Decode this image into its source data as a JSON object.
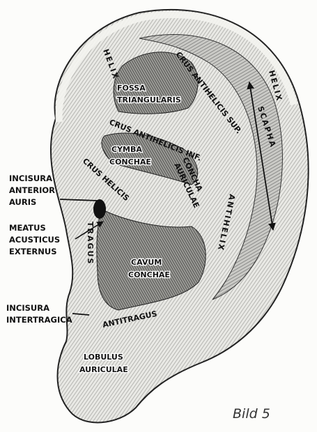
{
  "caption": "Bild 5",
  "labels": {
    "helix_left": "HELIX",
    "helix_right": "HELIX",
    "fossa_triangularis": [
      "FOSSA",
      "TRIANGULARIS"
    ],
    "crus_antihelicis_sup": "CRUS ANTIHELICIS SUP.",
    "crus_antihelicis_inf": "CRUS ANTIHELICIS INF.",
    "scapha": "SCAPHA",
    "cymba_conchae": [
      "CYMBA",
      "CONCHAE"
    ],
    "concha_auriculae": [
      "CONCHA",
      "AURICULAE"
    ],
    "crus_helicis": "CRUS HELICIS",
    "tragus": "TRAGUS",
    "antihelix": "ANTIHELIX",
    "cavum_conchae": [
      "CAVUM",
      "CONCHAE"
    ],
    "antitragus": "ANTITRAGUS",
    "lobulus_auriculae": [
      "LOBULUS",
      "AURICULAE"
    ],
    "incisura_anterior_auris": [
      "INCISURA",
      "ANTERIOR",
      "AURIS"
    ],
    "meatus_acusticus_externus": [
      "MEATUS",
      "ACUSTICUS",
      "EXTERNUS"
    ],
    "incisura_intertragica": [
      "INCISURA",
      "INTERTRAGICA"
    ]
  }
}
